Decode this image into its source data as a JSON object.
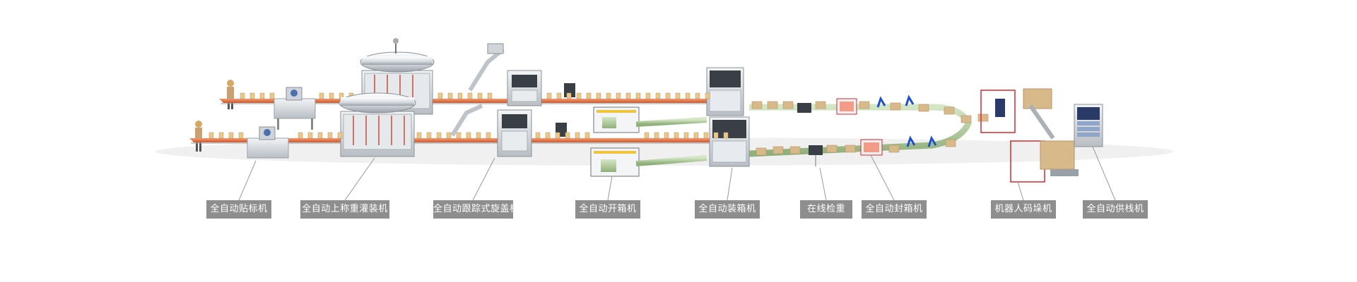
{
  "colors": {
    "label_bg": "#8e8e8e",
    "label_text": "#ffffff",
    "conveyor": "#e8794e",
    "machine_body": "#d9dde2",
    "machine_dark": "#3a3f45",
    "accent_blue": "#1d4fd0",
    "accent_red": "#d8282f",
    "carton": "#d8b98a"
  },
  "stations": [
    {
      "id": "labeling",
      "label": "全自动贴标机"
    },
    {
      "id": "filling",
      "label": "全自动上称重灌装机"
    },
    {
      "id": "capping",
      "label": "全自动跟踪式旋盖机"
    },
    {
      "id": "case-erector",
      "label": "全自动开箱机"
    },
    {
      "id": "case-packer",
      "label": "全自动装箱机"
    },
    {
      "id": "checkweigher",
      "label": "在线检重"
    },
    {
      "id": "case-sealer",
      "label": "全自动封箱机"
    },
    {
      "id": "palletizer",
      "label": "机器人码垛机"
    },
    {
      "id": "pallet-dispenser",
      "label": "全自动供栈机"
    }
  ]
}
